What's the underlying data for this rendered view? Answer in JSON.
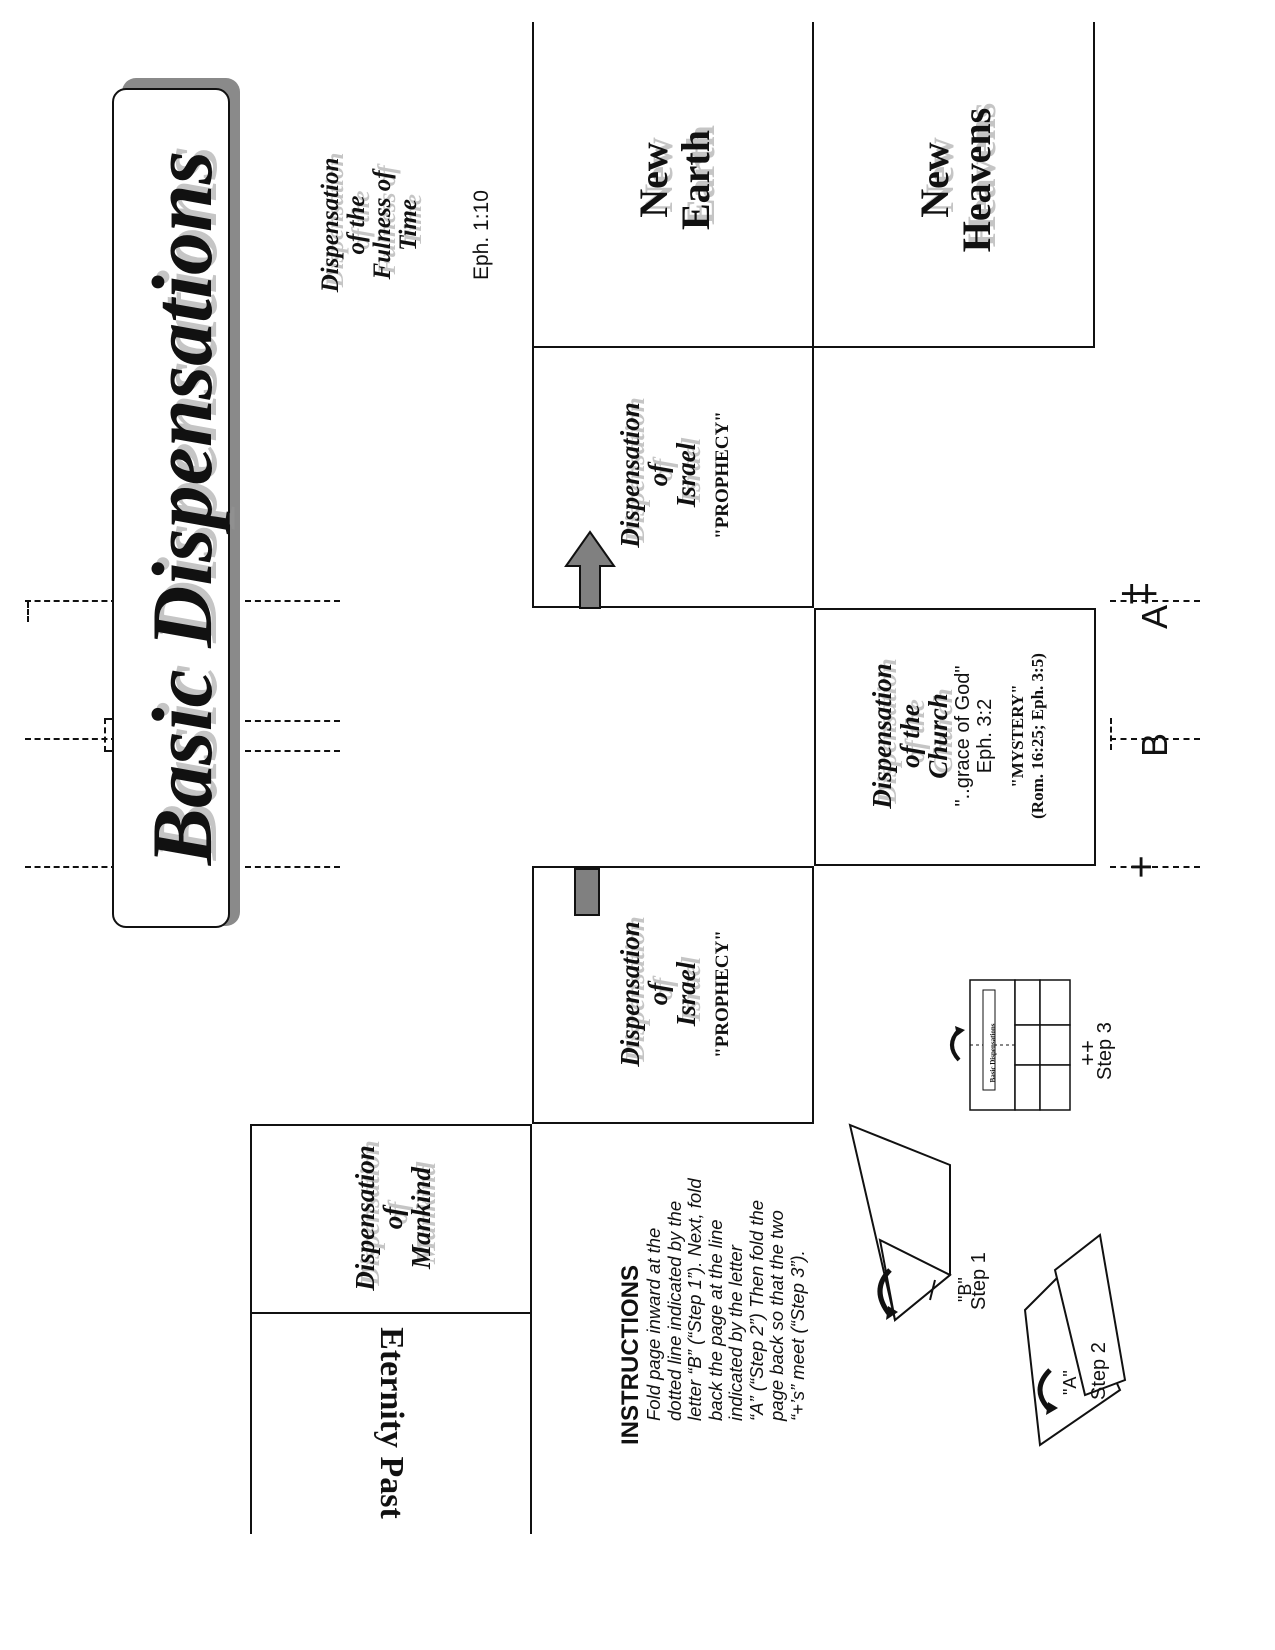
{
  "title": "Basic Dispensations",
  "fulness": {
    "lines": [
      "Dispensation",
      "of the",
      "Fulness of",
      "Time"
    ],
    "ref": "Eph. 1:10"
  },
  "new_earth": [
    "New",
    "Earth"
  ],
  "new_heavens": [
    "New",
    "Heavens"
  ],
  "israel_top": {
    "lines": [
      "Dispensation",
      "of",
      "Israel"
    ],
    "label": "\"PROPHECY\""
  },
  "israel_bottom": {
    "lines": [
      "Dispensation",
      "of",
      "Israel"
    ],
    "label": "\"PROPHECY\""
  },
  "church": {
    "lines": [
      "Dispensation",
      "of the",
      "Church"
    ],
    "quote": "\"..grace of God\"",
    "ref": "Eph. 3:2",
    "label": "\"MYSTERY\"",
    "refs": "(Rom. 16:25; Eph. 3:5)"
  },
  "mankind": [
    "Dispensation",
    "of",
    "Mankind"
  ],
  "eternity_past": "Eternity Past",
  "markers": {
    "a": "A",
    "b": "B",
    "plus": "+",
    "plus_pair": "++"
  },
  "instructions": {
    "heading": "INSTRUCTIONS",
    "lines": [
      "Fold page inward at the",
      "dotted line indicated by the",
      "letter “B” (“Step 1”). Next, fold",
      "back the page at the line",
      "indicated by the letter",
      "“A” (“Step 2”) Then fold the",
      "page back so that the two",
      "“+’s” meet (“Step 3”)."
    ]
  },
  "steps": {
    "step1": "Step 1",
    "step1_letter": "\"B\"",
    "step2": "Step 2",
    "step2_letter": "\"A\"",
    "step3": "Step 3",
    "thumb_title": "Basic Dispensations"
  }
}
